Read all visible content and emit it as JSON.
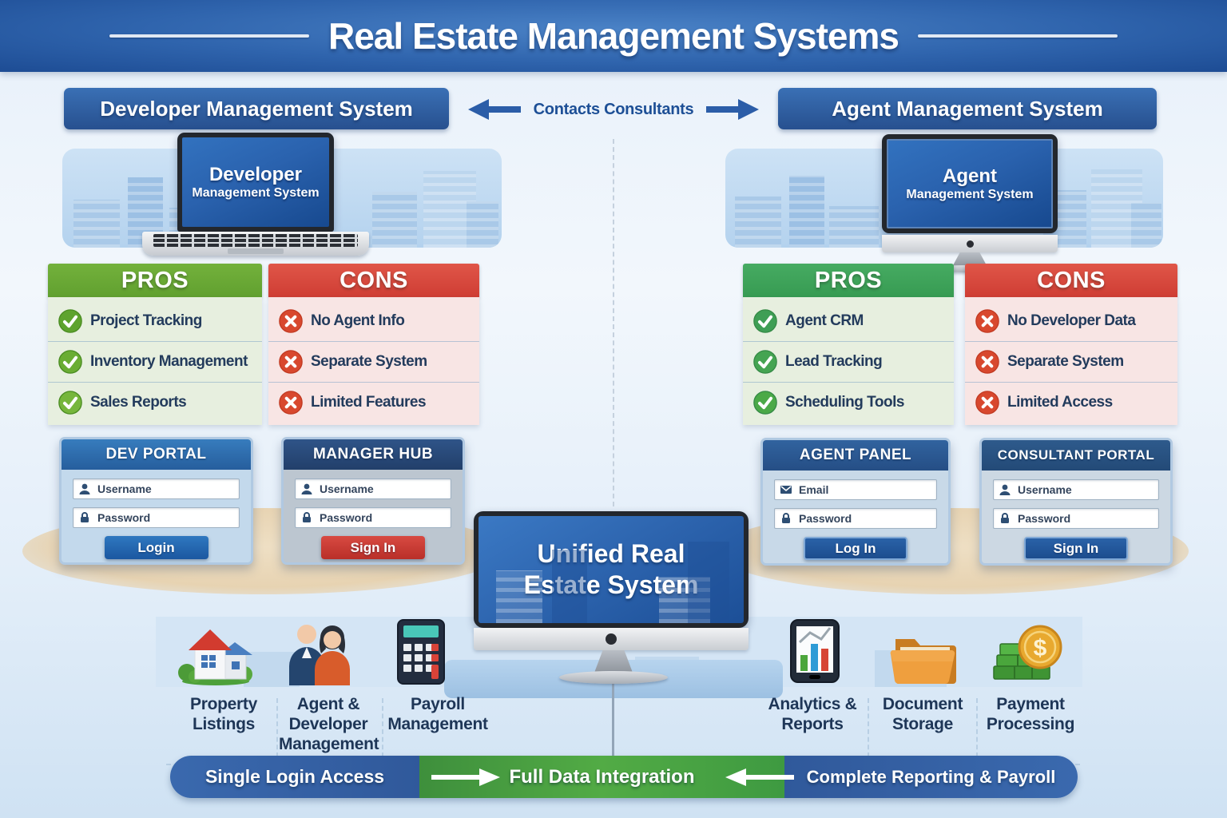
{
  "title": "Real Estate Management Systems",
  "connector_label": "Contacts Consultants",
  "left": {
    "header": "Developer Management System",
    "device": {
      "line1": "Developer",
      "line2": "Management System"
    },
    "pros": {
      "title": "PROS",
      "items": [
        "Project Tracking",
        "Inventory Management",
        "Sales Reports"
      ]
    },
    "cons": {
      "title": "CONS",
      "items": [
        "No Agent Info",
        "Separate System",
        "Limited Features"
      ]
    },
    "portal1": {
      "title": "DEV PORTAL",
      "username_placeholder": "Username",
      "password_placeholder": "Password",
      "button": "Login"
    },
    "portal2": {
      "title": "MANAGER HUB",
      "username_placeholder": "Username",
      "password_placeholder": "Password",
      "button": "Sign In"
    }
  },
  "right": {
    "header": "Agent Management System",
    "device": {
      "line1": "Agent",
      "line2": "Management System"
    },
    "pros": {
      "title": "PROS",
      "items": [
        "Agent CRM",
        "Lead Tracking",
        "Scheduling Tools"
      ]
    },
    "cons": {
      "title": "CONS",
      "items": [
        "No Developer Data",
        "Separate System",
        "Limited Access"
      ]
    },
    "portal1": {
      "title": "AGENT PANEL",
      "email_placeholder": "Email",
      "password_placeholder": "Password",
      "button": "Log In"
    },
    "portal2": {
      "title": "CONSULTANT PORTAL",
      "username_placeholder": "Username",
      "password_placeholder": "Password",
      "button": "Sign In"
    }
  },
  "unified": {
    "line1": "Unified Real",
    "line2": "Estate System"
  },
  "features": [
    {
      "icon": "house-icon",
      "label": "Property Listings"
    },
    {
      "icon": "people-icon",
      "label": "Agent & Developer Management"
    },
    {
      "icon": "calculator-icon",
      "label": "Payroll Management"
    },
    {
      "icon": "analytics-icon",
      "label": "Analytics & Reports"
    },
    {
      "icon": "folder-icon",
      "label": "Document Storage"
    },
    {
      "icon": "payment-icon",
      "label": "Payment Processing"
    }
  ],
  "bottom_bar": {
    "left": "Single Login Access",
    "center": "Full Data Integration",
    "right": "Complete Reporting & Payroll"
  },
  "icons": {
    "dollar": "$"
  },
  "colors": {
    "band_blue": "#3a70b5",
    "pros_green": "#61a02f",
    "pros_green_alt": "#379b52",
    "cons_red": "#cf3d34",
    "accent_blue": "#2b5da8",
    "integration_green": "#46a34a",
    "navy_text": "#1e3657"
  }
}
